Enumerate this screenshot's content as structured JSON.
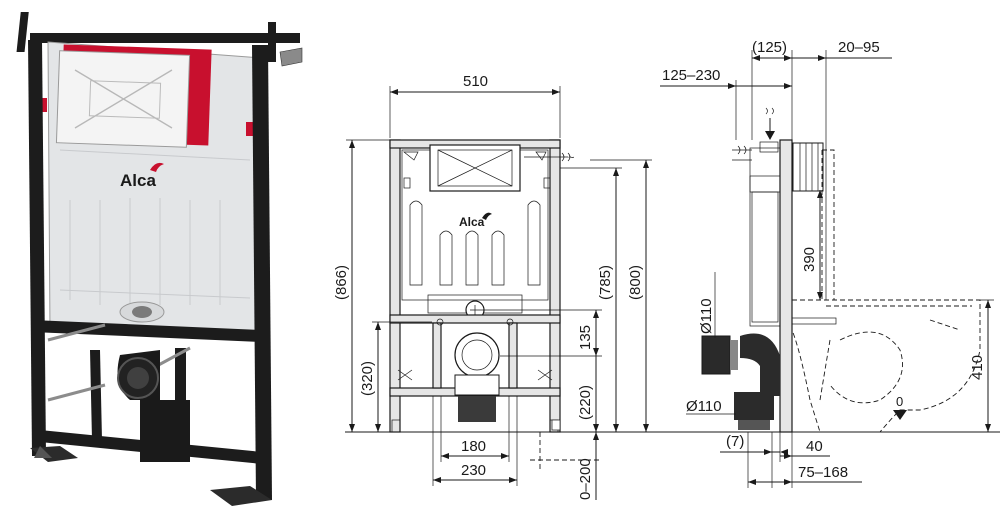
{
  "photo": {
    "brand": "Alca",
    "colors": {
      "frame": "#1c1c1c",
      "tank": "#e4e6e8",
      "seal": "#c8102e"
    }
  },
  "front_view": {
    "logo": "Alca",
    "dims": {
      "width": "510",
      "height_total": "(866)",
      "height_785": "(785)",
      "height_800": "(800)",
      "height_320": "(320)",
      "height_135": "135",
      "height_220": "(220)",
      "width_180": "180",
      "width_230": "230",
      "depth_range": "0–200"
    }
  },
  "side_view": {
    "dims": {
      "top_125": "(125)",
      "top_20_95": "20–95",
      "top_125_230": "125–230",
      "height_390": "390",
      "height_410": "410",
      "pipe_110_upper": "Ø110",
      "pipe_110_lower": "Ø110",
      "bottom_7": "(7)",
      "bottom_40": "40",
      "bottom_75_168": "75–168",
      "floor_zero": "0"
    }
  }
}
